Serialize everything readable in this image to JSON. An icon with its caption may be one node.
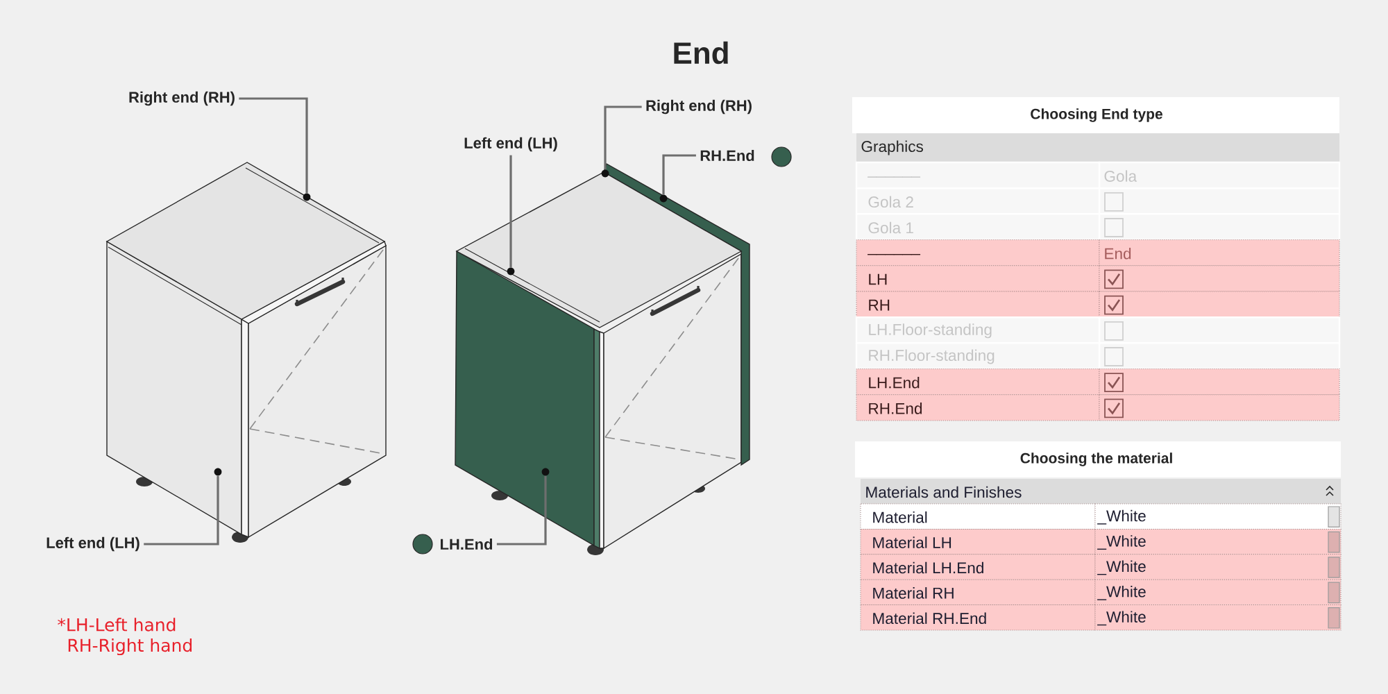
{
  "diagram": {
    "title": "End",
    "nodes": [
      {
        "text": [
          "Right end (RH)"
        ]
      },
      {
        "text": [
          "Left end (LH)"
        ]
      },
      {
        "text": [
          "Right end (RH)"
        ]
      },
      {
        "text": [
          "Left end (LH)"
        ]
      },
      {
        "text": [
          "RH.End"
        ]
      },
      {
        "text": [
          "LH.End"
        ]
      },
      {
        "text": [],
        "shape": "circle"
      },
      {
        "text": [],
        "shape": "circle"
      },
      {
        "text": [],
        "shape": "circle"
      },
      {
        "text": [],
        "shape": "circle"
      },
      {
        "text": [],
        "shape": "circle"
      },
      {
        "text": [],
        "shape": "circle"
      }
    ],
    "edges": [
      {
        "from": 0,
        "to": 6,
        "arrow": "none"
      },
      {
        "from": 1,
        "to": 7,
        "arrow": "none"
      },
      {
        "from": 2,
        "to": 8,
        "arrow": "none"
      },
      {
        "from": 3,
        "to": 9,
        "arrow": "none"
      },
      {
        "from": 4,
        "to": 10,
        "arrow": "none"
      },
      {
        "from": 5,
        "to": 11,
        "arrow": "none"
      }
    ],
    "labels": [
      "Choosing End type",
      "Graphics",
      "______",
      "Gola",
      "Gola 2",
      "Gola 1",
      "______",
      "End",
      "LH",
      "RH",
      "LH.Floor-standing",
      "RH.Floor-standing",
      "LH.End",
      "RH.End",
      "Choosing the material",
      "Materials and Finishes",
      "Material",
      "_White",
      "Material LH",
      "_White",
      "Material LH.End",
      "_White",
      "Material RH",
      "_White",
      "Material RH.End",
      "_White",
      "*LH-Left hand",
      "RH-Right hand"
    ]
  }
}
